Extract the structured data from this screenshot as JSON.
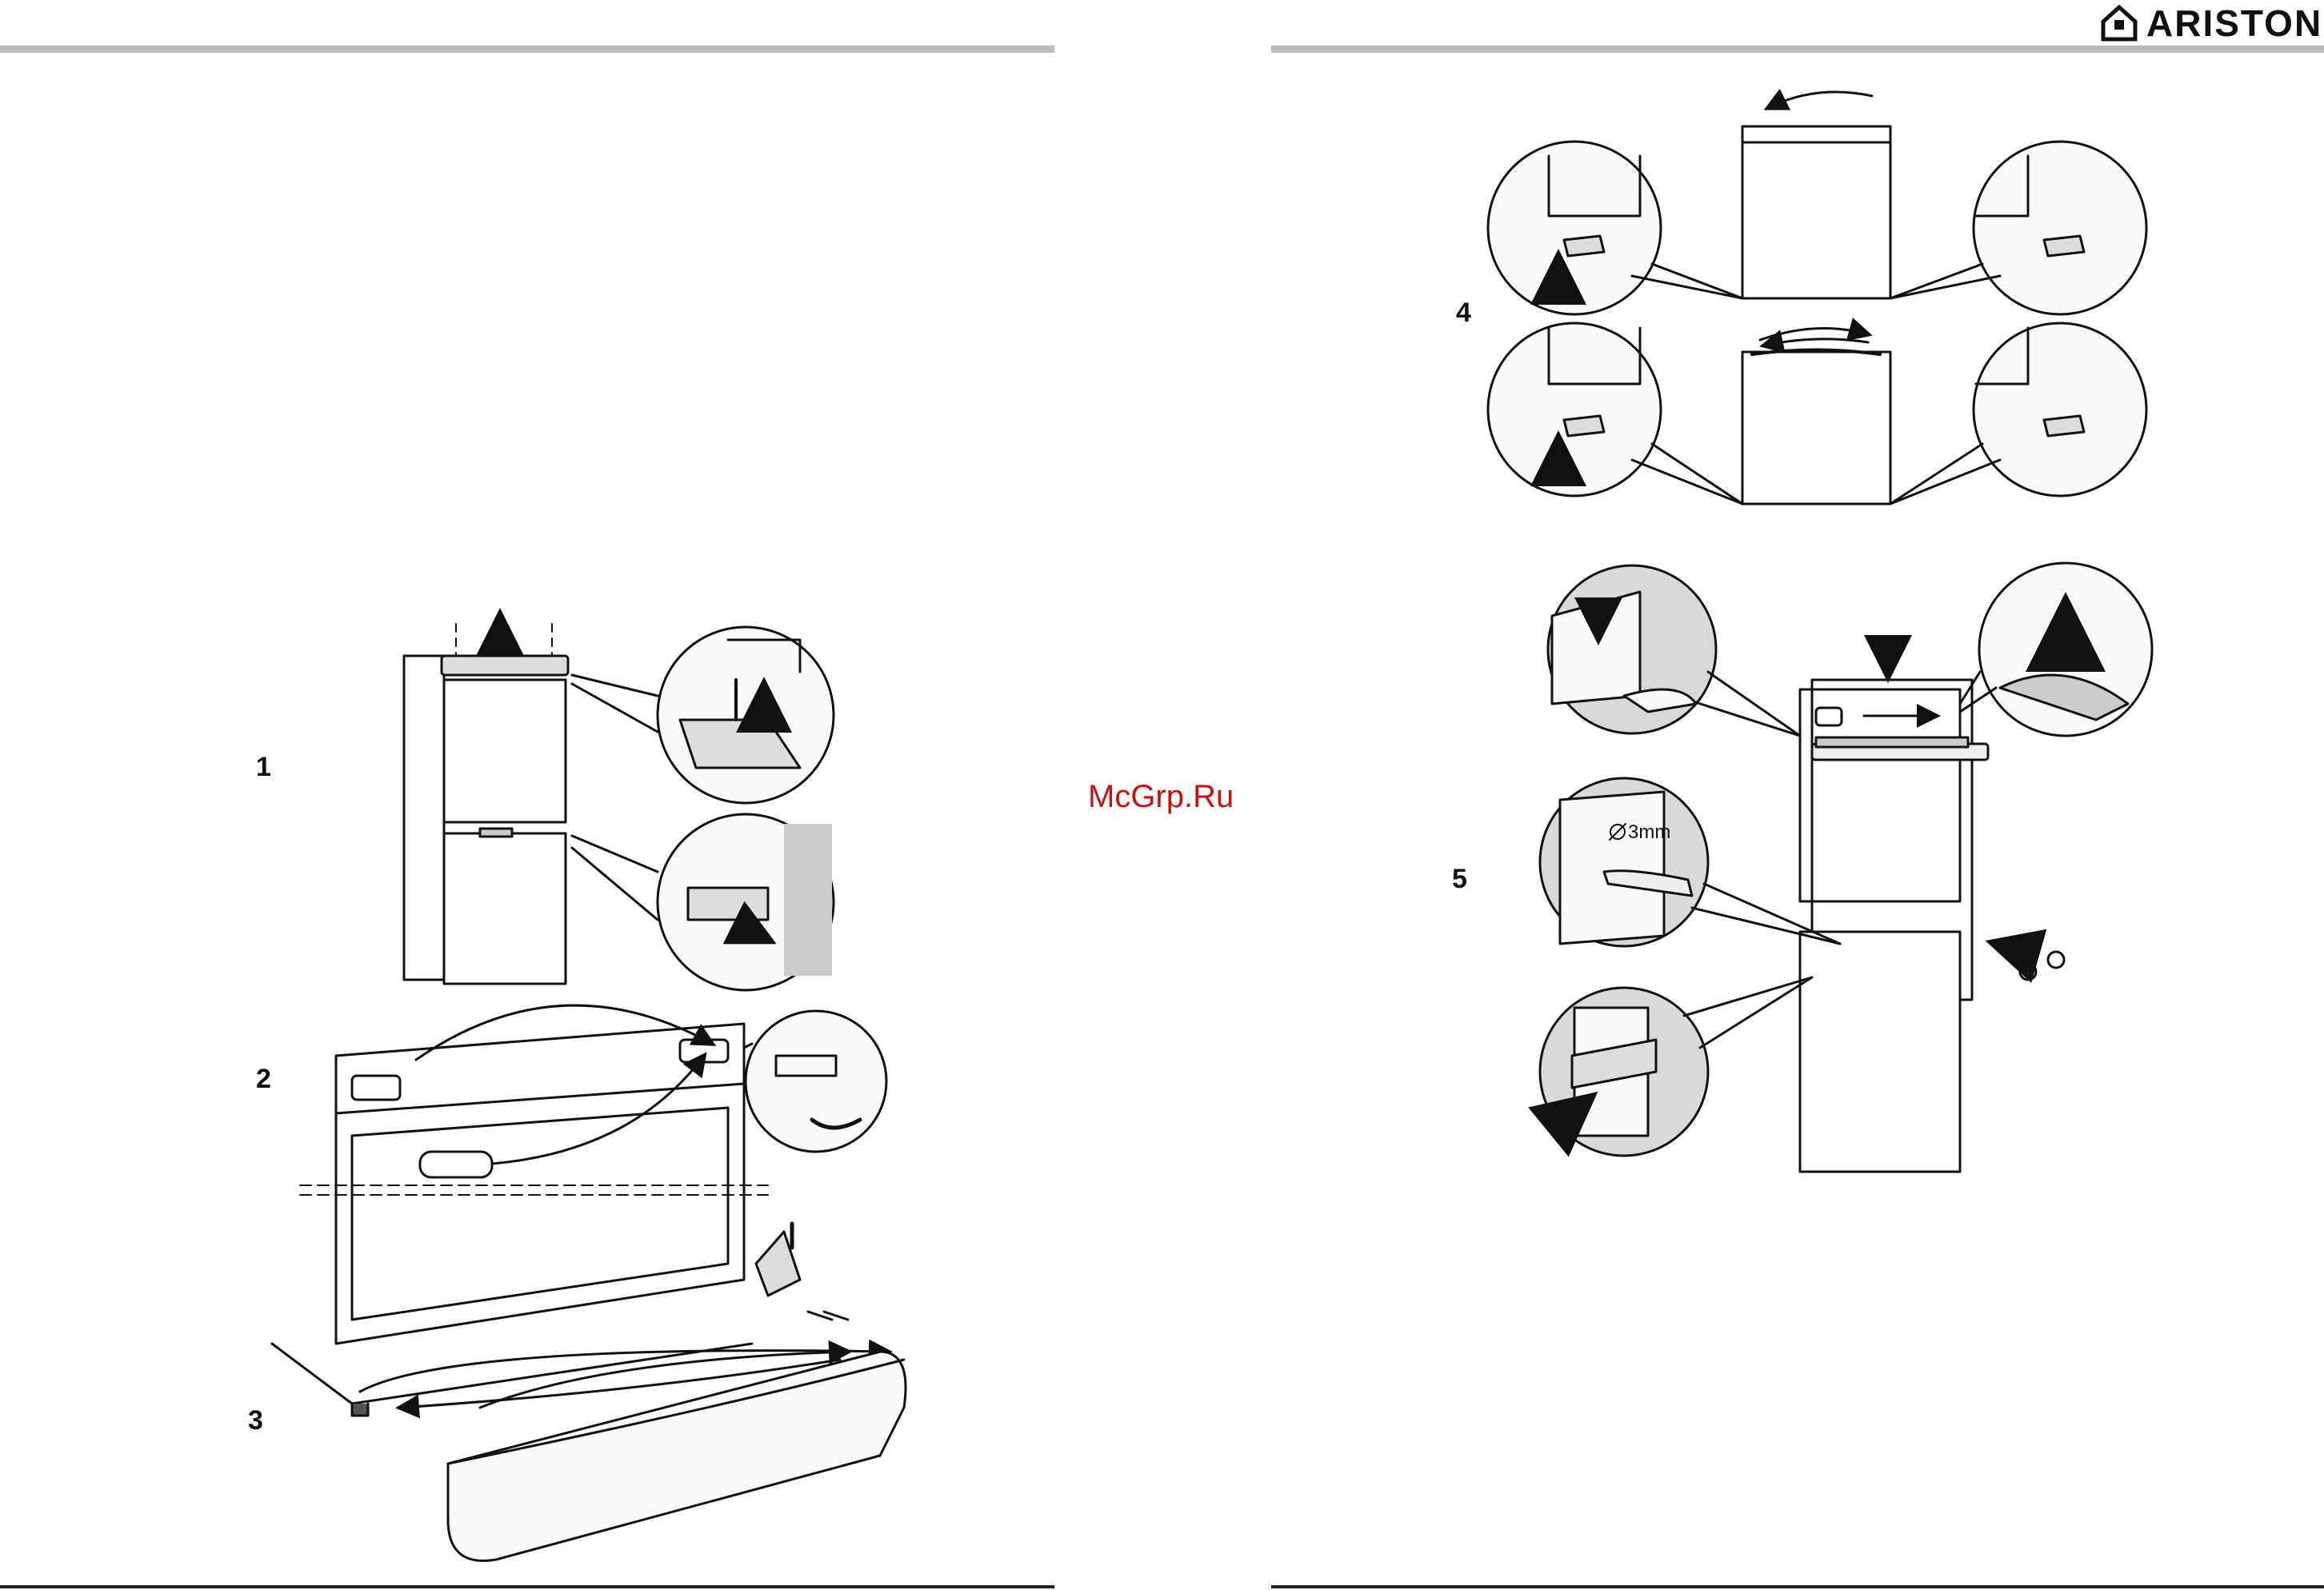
{
  "header": {
    "brand": "ARISTON",
    "brand_logo_icon": "house-logo-icon"
  },
  "watermark": "McGrp.Ru",
  "steps": [
    {
      "label": "1"
    },
    {
      "label": "2"
    },
    {
      "label": "3"
    },
    {
      "label": "4"
    },
    {
      "label": "5"
    }
  ],
  "annotations": {
    "drill_diameter": "3mm"
  },
  "colors": {
    "rule_gray": "#b9b9b9",
    "watermark_red": "#cc1010"
  }
}
